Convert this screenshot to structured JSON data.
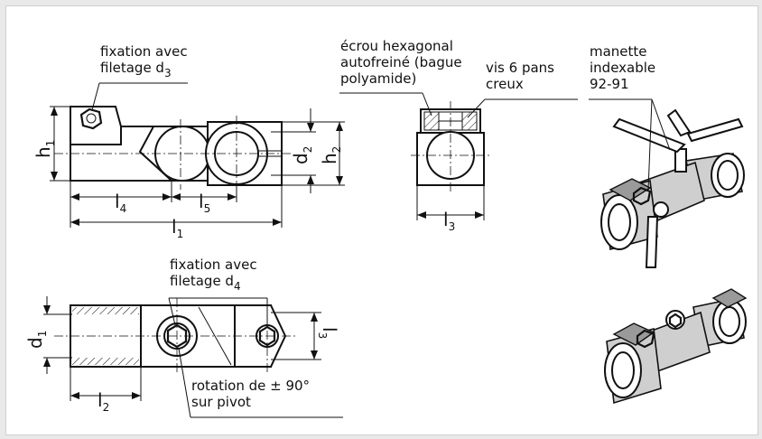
{
  "labels": {
    "fixation_d3_line1": "fixation avec",
    "fixation_d3_line2": "filetage d",
    "fixation_d3_sub": "3",
    "ecrou_line1": "écrou hexagonal",
    "ecrou_line2": "autofreiné (bague",
    "ecrou_line3": "polyamide)",
    "vis_line1": "vis 6 pans",
    "vis_line2": "creux",
    "manette_line1": "manette",
    "manette_line2": "indexable",
    "manette_line3": "92-91",
    "fixation_d4_line1": "fixation avec",
    "fixation_d4_line2": "filetage d",
    "fixation_d4_sub": "4",
    "rotation_line1": "rotation de ± 90°",
    "rotation_line2": "sur pivot"
  },
  "dimensions": {
    "h1": "h",
    "h1_sub": "1",
    "d2": "d",
    "d2_sub": "2",
    "h2": "h",
    "h2_sub": "2",
    "l4": "l",
    "l4_sub": "4",
    "l5": "l",
    "l5_sub": "5",
    "l1": "l",
    "l1_sub": "1",
    "l3_top": "l",
    "l3_top_sub": "3",
    "d1": "d",
    "d1_sub": "1",
    "l2": "l",
    "l2_sub": "2",
    "l3_bottom": "l",
    "l3_bottom_sub": "3"
  }
}
